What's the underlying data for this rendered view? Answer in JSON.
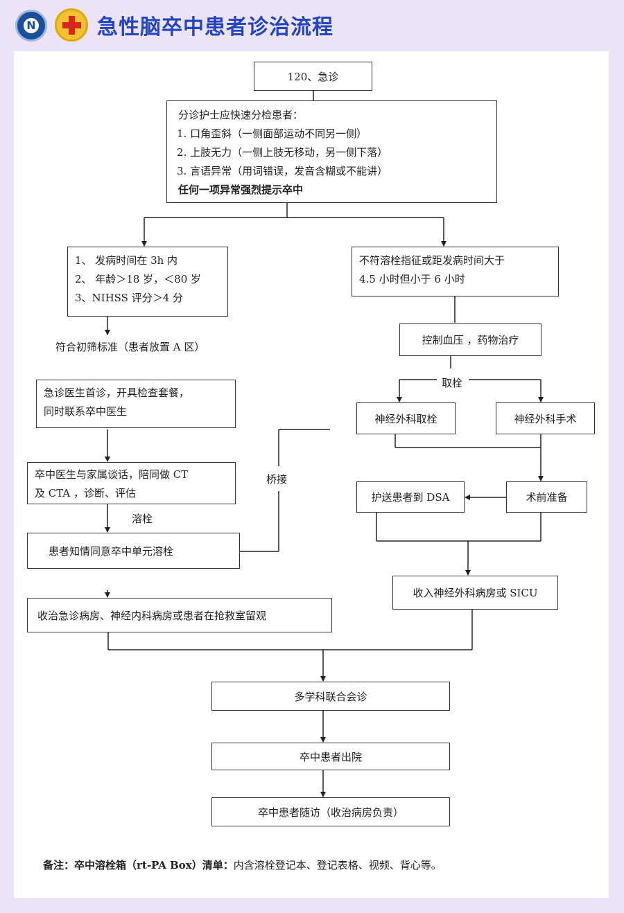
{
  "header": {
    "title": "急性脑卒中患者诊治流程",
    "logo1_icon": "hospital-logo-icon",
    "logo2_icon": "red-cross-logo-icon"
  },
  "nodes": {
    "start": "120、急诊",
    "triage": {
      "intro": "分诊护士应快速分检患者：",
      "items": [
        "1.  口角歪斜（一侧面部运动不同另一侧）",
        "2.  上肢无力（一侧上肢无移动，另一侧下落）",
        "3.  言语异常（用词错误，发音含糊或不能讲）"
      ],
      "conclusion": "任何一项异常强烈提示卒中"
    },
    "criteria": [
      "1、 发病时间在 3h 内",
      "2、 年龄＞18 岁，＜80 岁",
      "3、NIHSS 评分＞4 分"
    ],
    "not_eligible": [
      "不符溶栓指征或距发病时间大于",
      "4.5 小时但小于 6 小时"
    ],
    "meets_criteria": "符合初筛标准（患者放置 A 区）",
    "first_visit": [
      "急诊医生首诊，开具检查套餐，",
      "同时联系卒中医生"
    ],
    "control_bp": "控制血压 ，药物治疗",
    "thrombectomy_label": "取栓",
    "neuro_thrombectomy": "神经外科取栓",
    "neuro_surgery": "神经外科手术",
    "bridge_label": "桥接",
    "stroke_doctor_talk": [
      "卒中医生与家属谈话，陪同做 CT",
      "及 CTA ，诊断、评估"
    ],
    "escort_dsa": "护送患者到 DSA",
    "pre_op": "术前准备",
    "thrombolysis_label": "溶栓",
    "consent": "患者知情同意卒中单元溶栓",
    "admit_neurosurgery": "收入神经外科病房或 SICU",
    "admit_emergency": "收治急诊病房、神经内科病房或患者在抢救室留观",
    "mdt": "多学科联合会诊",
    "discharge": "卒中患者出院",
    "followup": "卒中患者随访（收治病房负责）"
  },
  "note": {
    "label": "备注：卒中溶栓箱（rt-PA Box）清单：",
    "text": "内含溶栓登记本、登记表格、视频、背心等。"
  }
}
